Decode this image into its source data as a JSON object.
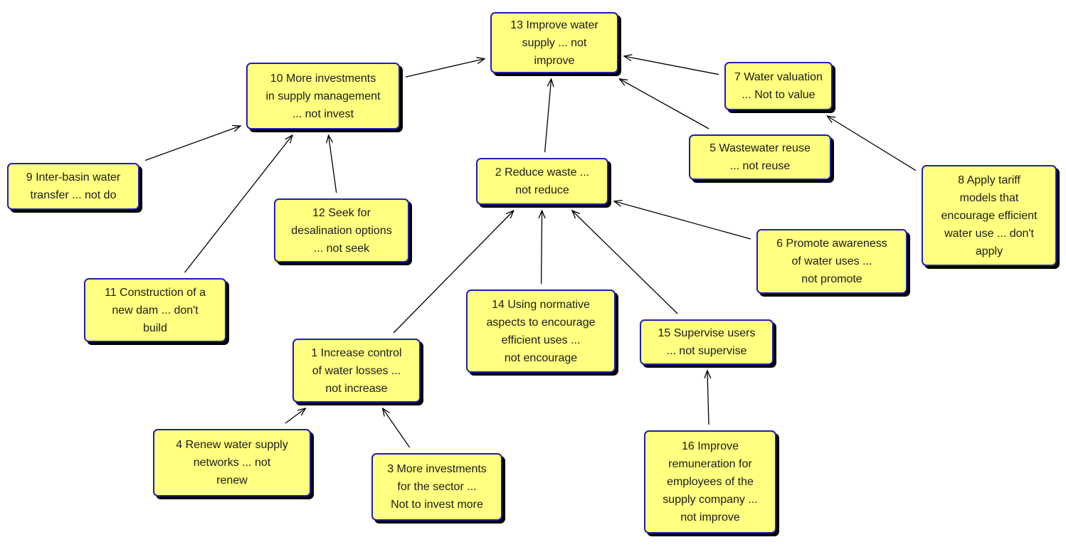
{
  "colors": {
    "node_fill": "#ffff80",
    "node_border": "#1f1fb4",
    "node_shadow": "#000000",
    "arrow": "#000000",
    "text": "#1c1c1c"
  },
  "nodes": [
    {
      "id": "n13",
      "text": "13 Improve water\nsupply ... not\nimprove"
    },
    {
      "id": "n10",
      "text": "10 More investments\nin supply management\n... not invest"
    },
    {
      "id": "n7",
      "text": "7 Water valuation\n... Not to value"
    },
    {
      "id": "n5",
      "text": "5 Wastewater reuse\n... not reuse"
    },
    {
      "id": "n2",
      "text": "2 Reduce waste ...\nnot reduce"
    },
    {
      "id": "n9",
      "text": "9 Inter-basin water\ntransfer ... not do"
    },
    {
      "id": "n12",
      "text": "12 Seek for\ndesalination options\n... not seek"
    },
    {
      "id": "n8",
      "text": "8 Apply tariff\nmodels that\nencourage efficient\nwater use ... don't\napply"
    },
    {
      "id": "n6",
      "text": "6 Promote awareness\nof water uses ...\nnot promote"
    },
    {
      "id": "n11",
      "text": "11 Construction of a\nnew dam ... don't\nbuild"
    },
    {
      "id": "n14",
      "text": "14 Using normative\naspects to encourage\nefficient uses ...\nnot encourage"
    },
    {
      "id": "n15",
      "text": "15 Supervise users\n... not supervise"
    },
    {
      "id": "n1",
      "text": "1 Increase control\nof water losses ...\nnot increase"
    },
    {
      "id": "n4",
      "text": "4 Renew water supply\nnetworks ... not\nrenew"
    },
    {
      "id": "n3",
      "text": "3 More investments\nfor the sector ...\nNot to invest more"
    },
    {
      "id": "n16",
      "text": "16 Improve\nremuneration for\nemployees of the\nsupply company ...\nnot improve"
    }
  ],
  "links": [
    {
      "from": "n10",
      "to": "n13"
    },
    {
      "from": "n7",
      "to": "n13"
    },
    {
      "from": "n5",
      "to": "n13"
    },
    {
      "from": "n2",
      "to": "n13"
    },
    {
      "from": "n9",
      "to": "n10"
    },
    {
      "from": "n11",
      "to": "n10"
    },
    {
      "from": "n12",
      "to": "n10"
    },
    {
      "from": "n8",
      "to": "n7"
    },
    {
      "from": "n6",
      "to": "n2"
    },
    {
      "from": "n1",
      "to": "n2"
    },
    {
      "from": "n14",
      "to": "n2"
    },
    {
      "from": "n15",
      "to": "n2"
    },
    {
      "from": "n4",
      "to": "n1"
    },
    {
      "from": "n3",
      "to": "n1"
    },
    {
      "from": "n16",
      "to": "n15"
    }
  ]
}
